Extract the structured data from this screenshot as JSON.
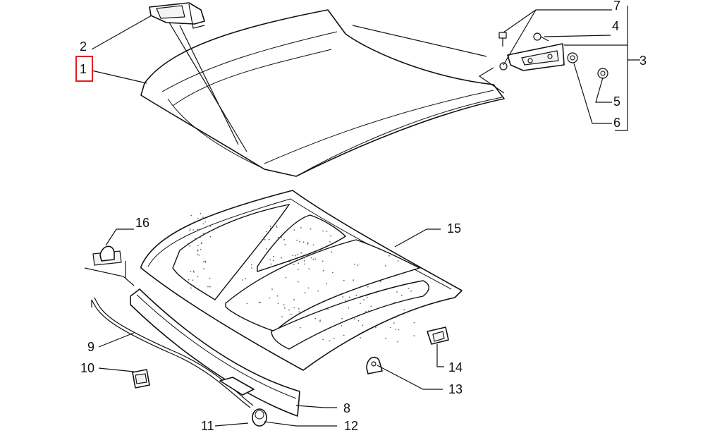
{
  "diagram": {
    "callouts": [
      {
        "id": "c1",
        "label": "1"
      },
      {
        "id": "c2",
        "label": "2"
      },
      {
        "id": "c3",
        "label": "3"
      },
      {
        "id": "c4",
        "label": "4"
      },
      {
        "id": "c5",
        "label": "5"
      },
      {
        "id": "c6",
        "label": "6"
      },
      {
        "id": "c7",
        "label": "7"
      },
      {
        "id": "c8",
        "label": "8"
      },
      {
        "id": "c9",
        "label": "9"
      },
      {
        "id": "c10",
        "label": "10"
      },
      {
        "id": "c11",
        "label": "11"
      },
      {
        "id": "c12",
        "label": "12"
      },
      {
        "id": "c13",
        "label": "13"
      },
      {
        "id": "c14",
        "label": "14"
      },
      {
        "id": "c15",
        "label": "15"
      },
      {
        "id": "c16",
        "label": "16"
      }
    ],
    "highlighted_callout": "1",
    "highlight_color": "#e02020"
  }
}
